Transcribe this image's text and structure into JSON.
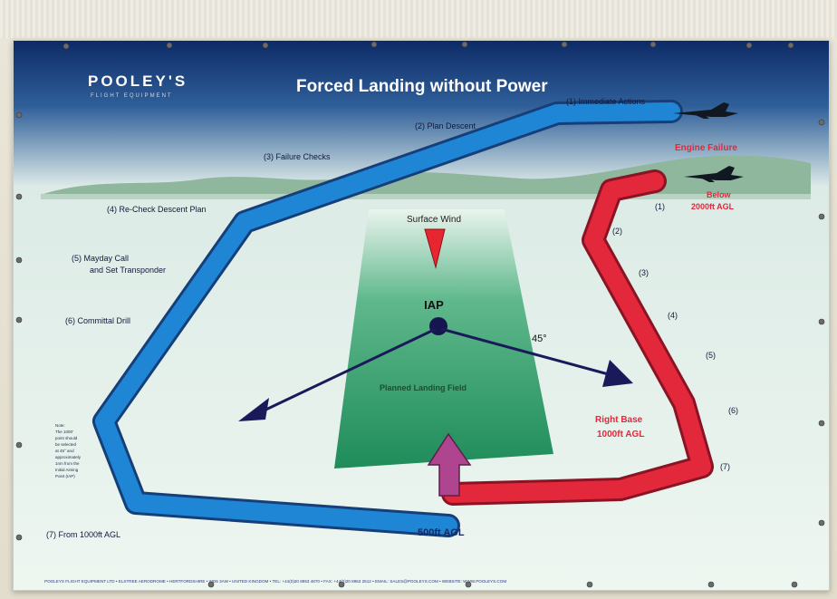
{
  "brand": {
    "name": "POOLEY'S",
    "tagline": "FLIGHT EQUIPMENT"
  },
  "title": "Forced Landing without Power",
  "descent_steps": [
    "(1) Immediate Actions",
    "(2) Plan Descent",
    "(3) Failure Checks",
    "(4) Re-Check Descent Plan",
    "(5) Mayday Call",
    "and Set Transponder",
    "(6) Committal Drill",
    "(7) From 1000ft AGL"
  ],
  "engine_failure": {
    "label": "Engine Failure",
    "below": "Below",
    "altitude": "2000ft AGL"
  },
  "right_side_numbers": [
    "(1)",
    "(2)",
    "(3)",
    "(4)",
    "(5)",
    "(6)",
    "(7)"
  ],
  "surface_wind": "Surface Wind",
  "iap": "IAP",
  "angle": "45°",
  "field_label": "Planned Landing Field",
  "right_base": {
    "label": "Right Base",
    "altitude": "1000ft AGL"
  },
  "final_altitude": "500ft AGL",
  "note": [
    "Note:",
    "The 1000'",
    "point should",
    "be selected",
    "at 45° and",
    "approximately",
    "1nm from the",
    "Initial Aiming",
    "Point (IAP)"
  ],
  "footer": "POOLEYS FLIGHT EQUIPMENT LTD • ELSTREE AERODROME • HERTFORDSHIRE • WD6 3AW • UNITED KINGDOM • TEL: +44(0)20 8953 4870 • FAX: +44(0)20 8953 2512 • EMAIL: SALES@POOLEYS.COM • WEBSITE: WWW.POOLEYS.COM",
  "colors": {
    "navy": "#0d2b66",
    "blue_path": "#1f86d6",
    "red_path": "#e2283a",
    "field_green": "#2f9a67",
    "arrow_purple": "#b0458f",
    "wind_red": "#e8262f",
    "vector_navy": "#1a1a5a"
  }
}
